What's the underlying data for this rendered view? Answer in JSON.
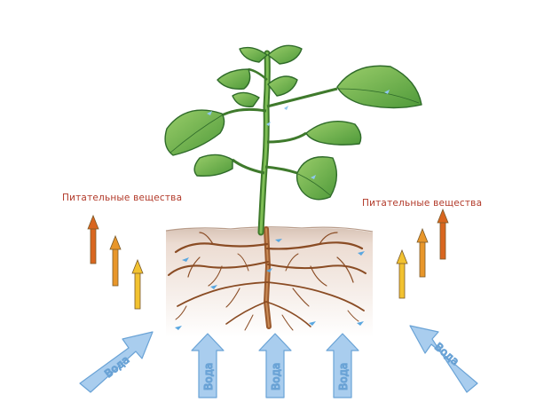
{
  "labels": {
    "nutrients_left": "Питательные вещества",
    "nutrients_right": "Питательные вещества",
    "water": "Вода"
  },
  "colors": {
    "nutrient_label": "#b23a2a",
    "arrow_orange_dark": "#d9661f",
    "arrow_orange": "#e8962a",
    "arrow_yellow": "#f2c230",
    "water_arrow_fill": "#a9cdee",
    "water_arrow_stroke": "#6aa3d6",
    "soil": "#e9d9cf",
    "root": "#9b5a2e",
    "leaf": "#6aa84f",
    "leaf_dark": "#2f6b2a",
    "stem": "#5c8f3a"
  },
  "icons": {
    "nutrient_arrow": "up-arrow-icon",
    "water_arrow": "big-arrow-icon",
    "water_drop": "droplet-icon"
  }
}
